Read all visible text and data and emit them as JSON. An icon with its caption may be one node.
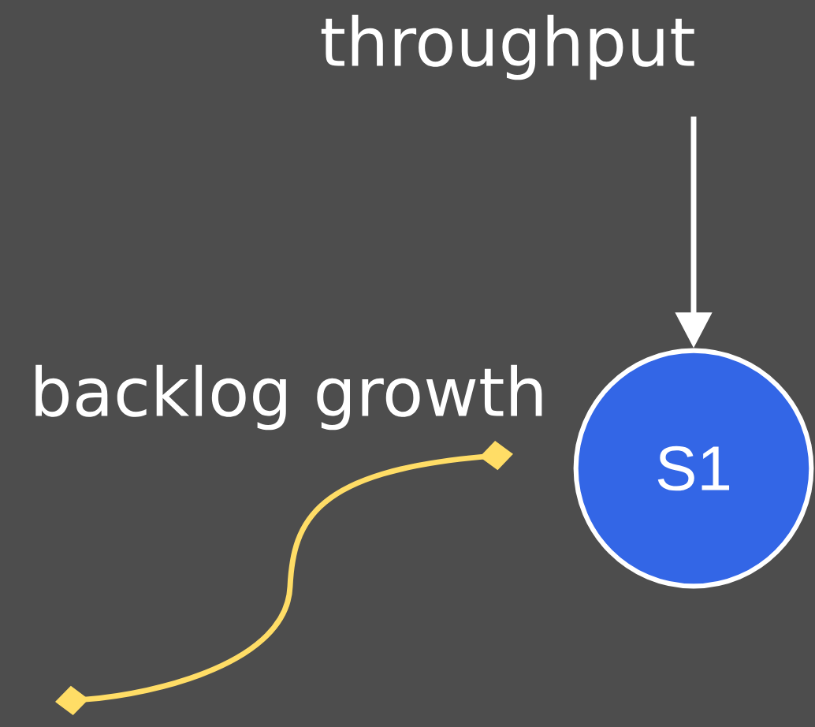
{
  "diagram": {
    "nodes": [
      {
        "text": [
          "throughput"
        ]
      },
      {
        "text": [
          "S1"
        ]
      },
      {
        "text": [
          "backlog growth"
        ]
      }
    ],
    "edges": [
      {
        "from": 0,
        "to": 1,
        "arrow": "to"
      },
      {
        "from": 2,
        "to": null,
        "arrow": "other",
        "color": "#ffdd66"
      }
    ]
  }
}
